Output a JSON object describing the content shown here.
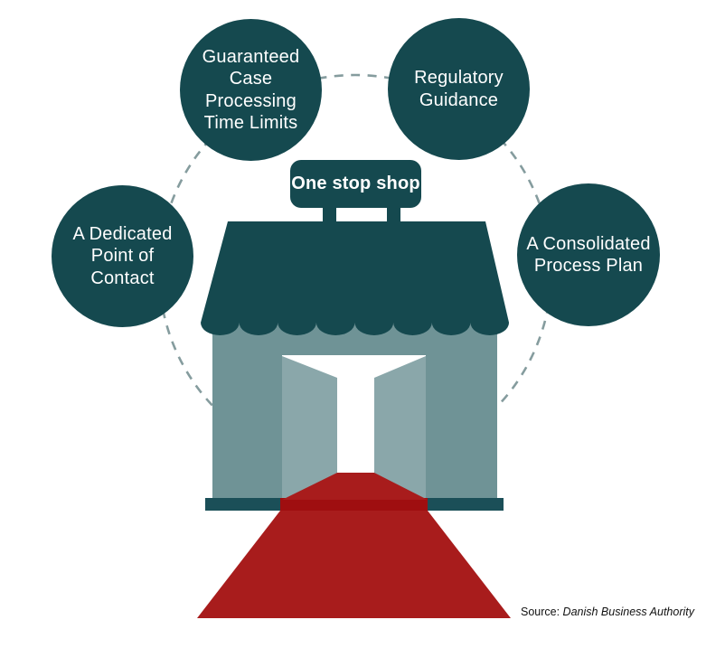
{
  "sign": {
    "label": "One stop shop"
  },
  "circles": [
    {
      "id": "guaranteed-case-processing-time-limits",
      "label": "Guaranteed\nCase\nProcessing\nTime Limits"
    },
    {
      "id": "regulatory-guidance",
      "label": "Regulatory\nGuidance"
    },
    {
      "id": "dedicated-point-of-contact",
      "label": "A Dedicated\nPoint of\nContact"
    },
    {
      "id": "consolidated-process-plan",
      "label": "A Consolidated\nProcess Plan"
    }
  ],
  "source": {
    "prefix": "Source: ",
    "name": "Danish Business Authority"
  },
  "colors": {
    "circle_teal": "#15494f",
    "awning_teal": "#15494f",
    "building_gray_teal": "#6f9396",
    "door_panel": "#8aa7aa",
    "door_opening": "#ffffff",
    "threshold_bar": "#1b4f58",
    "carpet_red": "#a81c1c",
    "carpet_dark_red": "#9f0e10",
    "dashed_ring": "#859c9e",
    "label_text": "#ffffff",
    "source_text": "#111111",
    "background": "#ffffff"
  }
}
